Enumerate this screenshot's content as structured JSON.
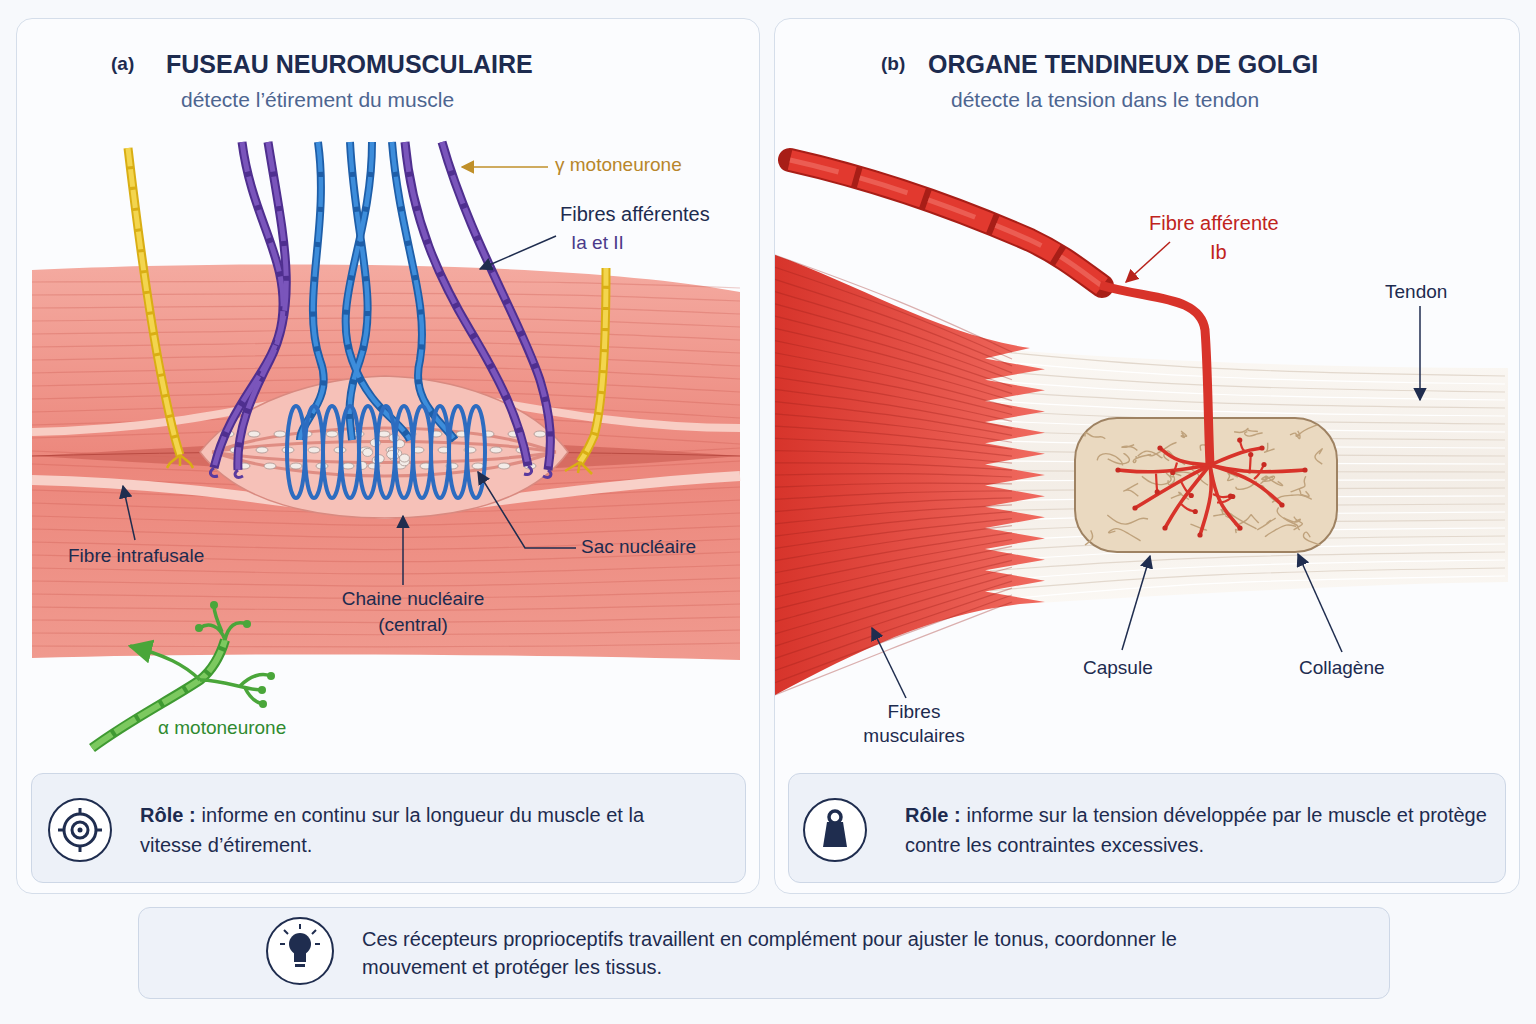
{
  "diagram": {
    "nodes": [
      {
        "text": [
          "(a)",
          "FUSEAU NEUROMUSCULAIRE",
          "détecte l’étirement du muscle"
        ]
      },
      {
        "text": [
          "Rôle :",
          "informe en continu sur la longueur du muscle et la vitesse d’étirement."
        ],
        "in": 0
      },
      {
        "text": [
          "(b)",
          "ORGANE TENDINEUX DE GOLGI",
          "détecte la tension dans le tendon"
        ]
      },
      {
        "text": [
          "Rôle :",
          "informe sur la tension développée par le muscle et protège contre les contraintes excessives."
        ],
        "in": 2
      },
      {
        "text": [
          "Ces récepteurs proprioceptifs travaillent en complément pour ajuster le tonus, coordonner le mouvement et protéger les tissus."
        ]
      }
    ],
    "labels": [
      "γ motoneurone",
      "Fibres afférentes",
      "Ia et II",
      "Fibre intrafusale",
      "Chaine nucléaire (central)",
      "Sac nucléaire",
      "α motoneurone",
      "Fibre afférente",
      "Ib",
      "Tendon",
      "Capsule",
      "Collagène",
      "Fibres musculaires"
    ]
  }
}
